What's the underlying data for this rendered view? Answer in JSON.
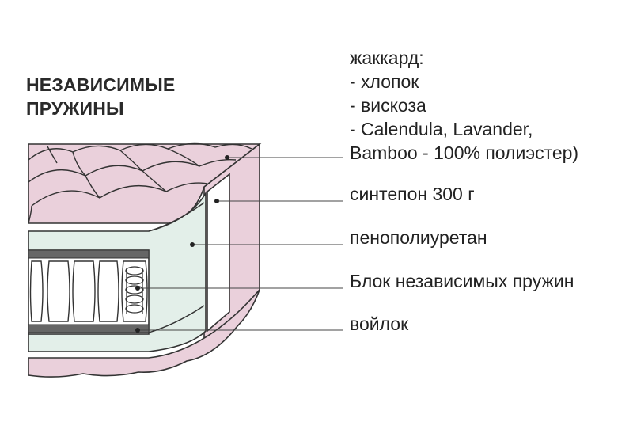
{
  "title": {
    "line1": "НЕЗАВИСИМЫЕ",
    "line2": "ПРУЖИНЫ"
  },
  "layers": {
    "jacquard": {
      "line1": "жаккард:",
      "line2": "- хлопок",
      "line3": "- вискоза",
      "line4": "- Calendula, Lavander,",
      "line5": "Bamboo - 100% полиэстер)"
    },
    "sintepon": "синтепон 300 г",
    "foam": "пенополиуретан",
    "springs": "Блок независимых пружин",
    "felt": "войлок"
  },
  "colors": {
    "cover": "#ead0db",
    "foam": "#e3efe9",
    "felt": "#666666",
    "outline": "#333333",
    "leader": "#444444"
  }
}
